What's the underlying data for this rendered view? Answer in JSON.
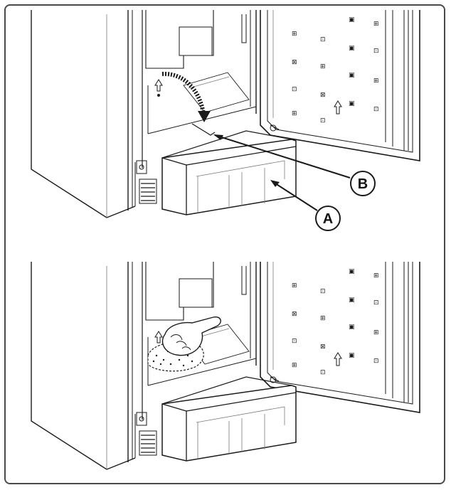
{
  "figure": {
    "panels": [
      {
        "name": "top-panel",
        "step": "remove crisper drawer",
        "callouts": [
          "B",
          "A"
        ]
      },
      {
        "name": "bottom-panel",
        "step": "clean drawer compartment",
        "callouts": []
      }
    ],
    "callout_labels": {
      "a": "A",
      "b": "B"
    },
    "colors": {
      "line": "#1a1a1a",
      "light": "#7a7a7a",
      "frame": "#4a4a4a",
      "background": "#ffffff"
    },
    "icons": [
      "refrigerator",
      "crisper-drawer",
      "curved-arrow",
      "hand-with-cloth",
      "door-shelf-icons"
    ]
  }
}
